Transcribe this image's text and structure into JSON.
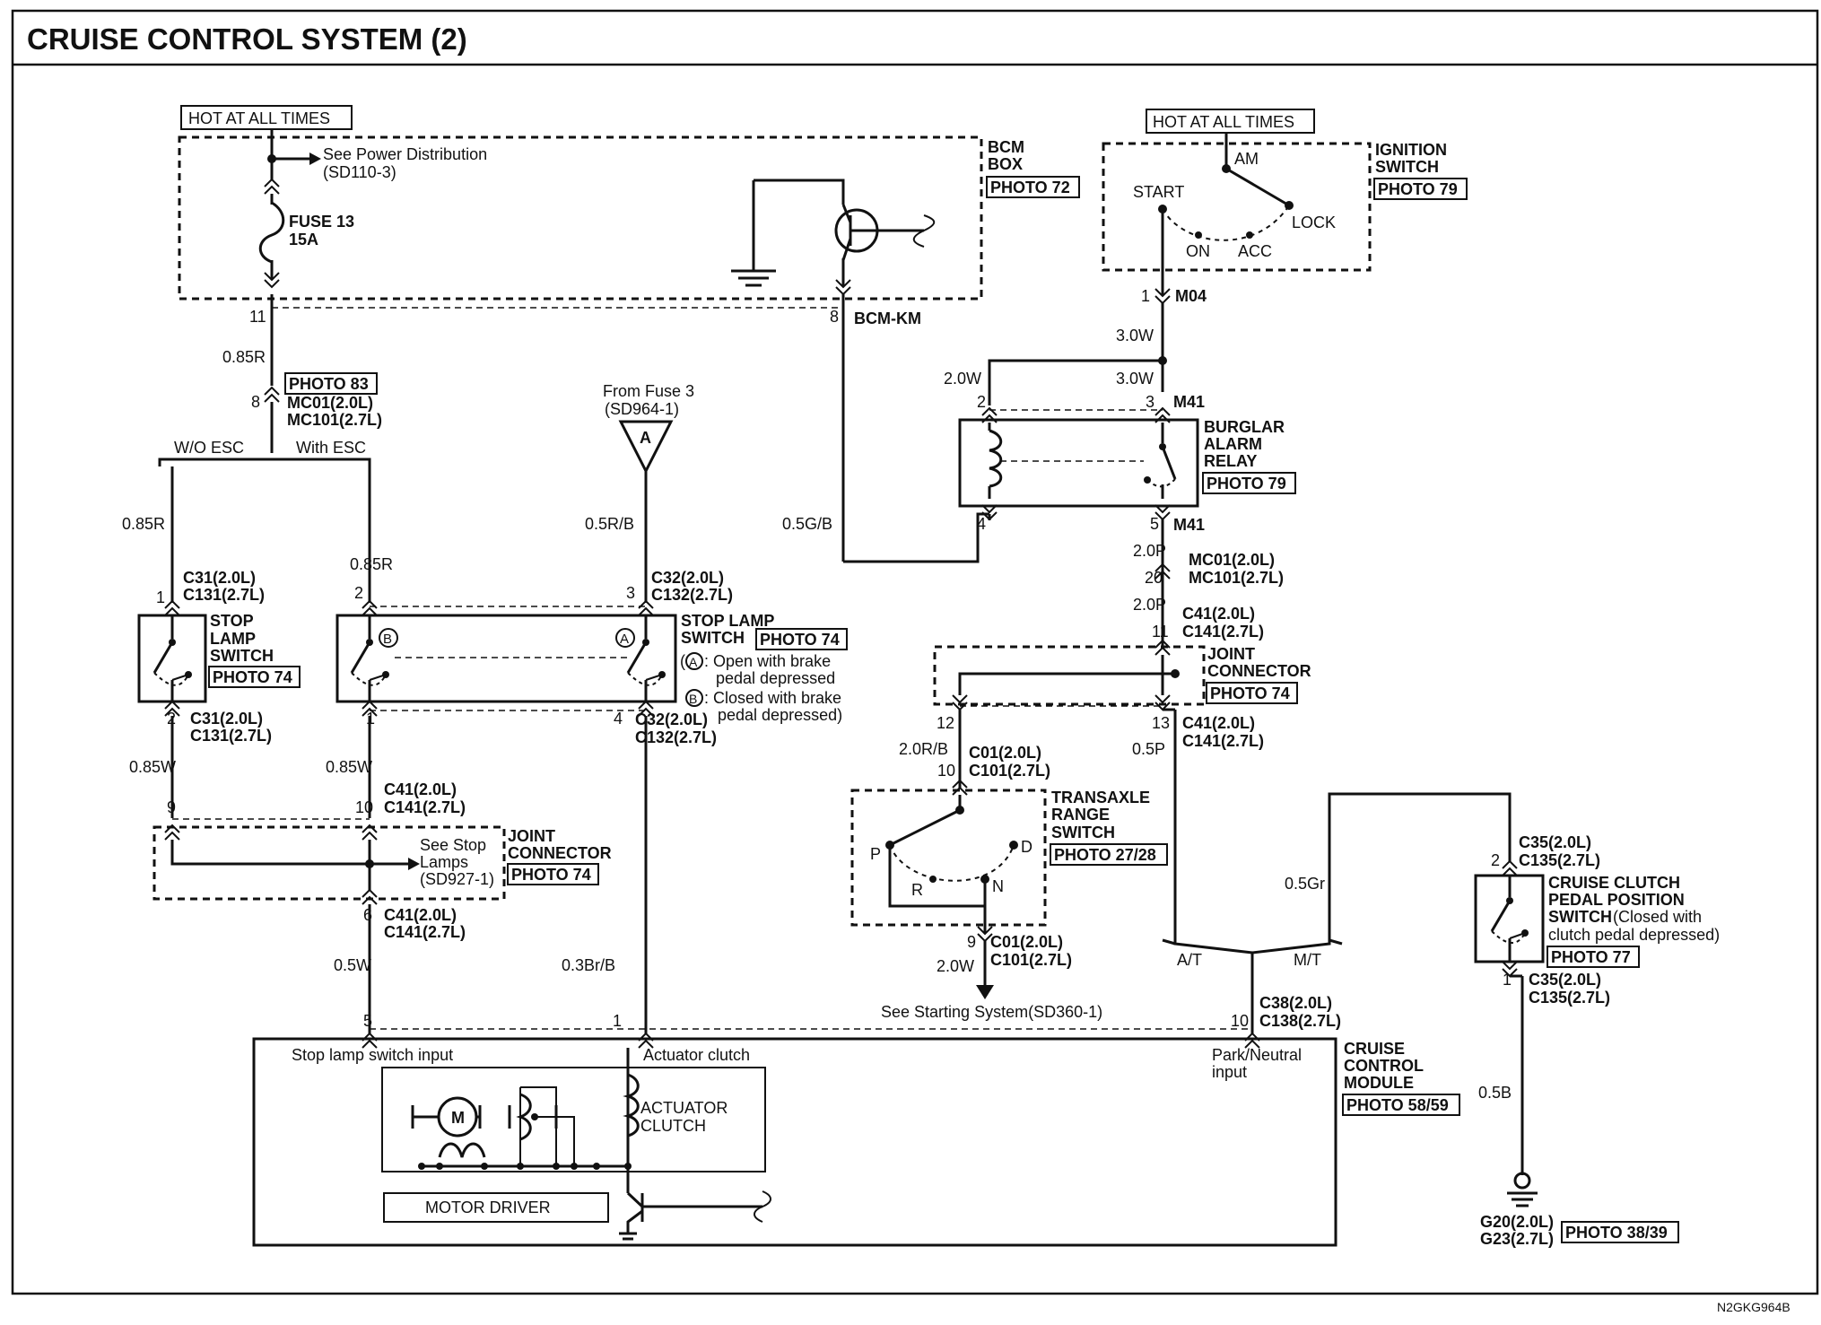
{
  "title": "CRUISE CONTROL SYSTEM (2)",
  "footer_code": "N2GKG964B",
  "labels": {
    "hot_left": "HOT AT ALL TIMES",
    "hot_right": "HOT AT ALL TIMES",
    "see_power_1": "See Power Distribution",
    "see_power_2": "(SD110-3)",
    "fuse_1": "FUSE 13",
    "fuse_2": "15A",
    "bcm_1": "BCM",
    "bcm_2": "BOX",
    "bcm_photo": "PHOTO 72",
    "ign_1": "IGNITION",
    "ign_2": "SWITCH",
    "ign_photo": "PHOTO 79",
    "ign_am": "AM",
    "ign_start": "START",
    "ign_lock": "LOCK",
    "ign_on": "ON",
    "ign_acc": "ACC",
    "pin_11": "11",
    "pin_8_bcm": "8",
    "bcm_km": "BCM-KM",
    "pin_1_m04": "1",
    "m04": "M04",
    "w_30w_a": "3.0W",
    "w_20w": "2.0W",
    "w_30w_b": "3.0W",
    "w_085r_top": "0.85R",
    "photo83": "PHOTO 83",
    "pin_8_mc": "8",
    "mc01_a": "MC01(2.0L)",
    "mc101_a": "MC101(2.7L)",
    "wo_esc": "W/O ESC",
    "with_esc": "With ESC",
    "from_fuse3": "From Fuse 3",
    "sd964": "(SD964-1)",
    "conn_a": "A",
    "w_085r_l": "0.85R",
    "w_085r_m": "0.85R",
    "w_05rb": "0.5R/B",
    "w_05gb": "0.5G/B",
    "c31_top_pin": "1",
    "c31_top_1": "C31(2.0L)",
    "c31_top_2": "C131(2.7L)",
    "stop_l_1": "STOP",
    "stop_l_2": "LAMP",
    "stop_l_3": "SWITCH",
    "stop_l_photo": "PHOTO 74",
    "pin_2_mid": "2",
    "pin_3_mid": "3",
    "c32_top_1": "C32(2.0L)",
    "c32_top_2": "C132(2.7L)",
    "stop_r_1": "STOP LAMP",
    "stop_r_2": "SWITCH",
    "stop_r_photo": "PHOTO 74",
    "note_a_1": ": Open with brake",
    "note_a_2": "pedal depressed",
    "note_b_1": ": Closed with brake",
    "note_b_2": "pedal depressed)",
    "sym_a": "A",
    "sym_b": "B",
    "c31_bot_pin": "2",
    "c31_bot_1": "C31(2.0L)",
    "c31_bot_2": "C131(2.7L)",
    "pin_1_mid": "1",
    "pin_4_mid": "4",
    "c32_bot_1": "C32(2.0L)",
    "c32_bot_2": "C132(2.7L)",
    "w_085w_l": "0.85W",
    "w_085w_m": "0.85W",
    "pin_9_j": "9",
    "pin_10_j": "10",
    "c41_j_1": "C41(2.0L)",
    "c41_j_2": "C141(2.7L)",
    "see_stop_1": "See Stop",
    "see_stop_2": "Lamps",
    "see_stop_3": "(SD927-1)",
    "joint_l_1": "JOINT",
    "joint_l_2": "CONNECTOR",
    "joint_l_photo": "PHOTO 74",
    "pin_6_j": "6",
    "c41_j6_1": "C41(2.0L)",
    "c41_j6_2": "C141(2.7L)",
    "w_05w": "0.5W",
    "w_03brb": "0.3Br/B",
    "pin_2_br": "2",
    "pin_3_br": "3",
    "m41_top": "M41",
    "burglar_1": "BURGLAR",
    "burglar_2": "ALARM",
    "burglar_3": "RELAY",
    "burglar_photo": "PHOTO 79",
    "pin_4_br": "4",
    "pin_5_br": "5",
    "m41_bot": "M41",
    "w_20p_a": "2.0P",
    "pin_20": "20",
    "mc01_b": "MC01(2.0L)",
    "mc101_b": "MC101(2.7L)",
    "w_20p_b": "2.0P",
    "pin_11_r": "11",
    "c41_r_1": "C41(2.0L)",
    "c41_r_2": "C141(2.7L)",
    "joint_r_1": "JOINT",
    "joint_r_2": "CONNECTOR",
    "joint_r_photo": "PHOTO 74",
    "pin_12": "12",
    "pin_13": "13",
    "c41_r13_1": "C41(2.0L)",
    "c41_r13_2": "C141(2.7L)",
    "w_20rb": "2.0R/B",
    "w_05p": "0.5P",
    "pin_10_tr": "10",
    "c01_top_1": "C01(2.0L)",
    "c01_top_2": "C101(2.7L)",
    "trans_1": "TRANSAXLE",
    "trans_2": "RANGE",
    "trans_3": "SWITCH",
    "trans_photo": "PHOTO 27/28",
    "gear_p": "P",
    "gear_d": "D",
    "gear_r": "R",
    "gear_n": "N",
    "pin_9_tr": "9",
    "c01_bot_1": "C01(2.0L)",
    "c01_bot_2": "C101(2.7L)",
    "w_20w_tr": "2.0W",
    "see_starting": "See Starting System(SD360-1)",
    "w_05gr": "0.5Gr",
    "at": "A/T",
    "mt": "M/T",
    "pin_10_ccm": "10",
    "c38_1": "C38(2.0L)",
    "c38_2": "C138(2.7L)",
    "pin_2_cc": "2",
    "c35_top_1": "C35(2.0L)",
    "c35_top_2": "C135(2.7L)",
    "ccp_1": "CRUISE CLUTCH",
    "ccp_2": "PEDAL POSITION",
    "ccp_3a": "SWITCH",
    "ccp_3b": "(Closed with",
    "ccp_4": "clutch pedal depressed)",
    "ccp_photo": "PHOTO 77",
    "pin_1_cc": "1",
    "c35_bot_1": "C35(2.0L)",
    "c35_bot_2": "C135(2.7L)",
    "w_05b": "0.5B",
    "g20": "G20(2.0L)",
    "g23": "G23(2.7L)",
    "g_photo": "PHOTO 38/39",
    "pin_5_ccm": "5",
    "pin_1_ccm": "1",
    "ccm_stop_in": "Stop lamp switch input",
    "ccm_act_clutch": "Actuator clutch",
    "ccm_park_1": "Park/Neutral",
    "ccm_park_2": "input",
    "ccm_1": "CRUISE",
    "ccm_2": "CONTROL",
    "ccm_3": "MODULE",
    "ccm_photo": "PHOTO 58/59",
    "actuator_1": "ACTUATOR",
    "actuator_2": "CLUTCH",
    "motor_driver": "MOTOR DRIVER",
    "motor_m": "M"
  }
}
